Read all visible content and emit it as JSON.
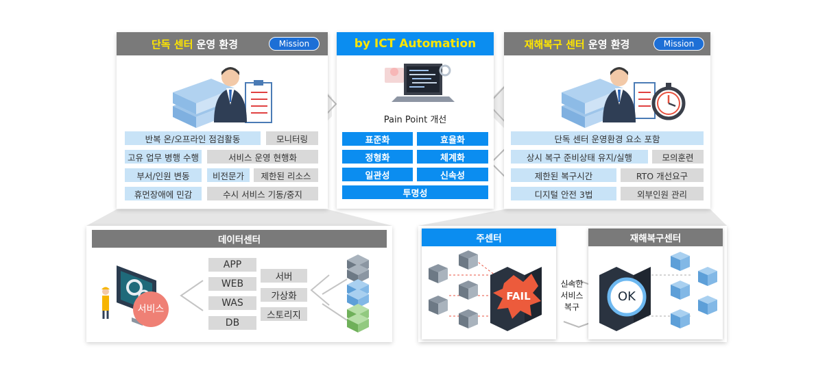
{
  "left_panel": {
    "title_highlight": "단독 센터",
    "title_rest": " 운영 환경",
    "mission": "Mission",
    "tags": [
      "반복 온/오프라인 점검활동",
      "모니터링",
      "고유 업무 병행 수행",
      "서비스 운영 현행화",
      "부서/인원 변동",
      "비전문가",
      "제한된 리소스",
      "휴먼장애에 민감",
      "수시 서비스 기동/중지"
    ]
  },
  "center_panel": {
    "title": "by ICT Automation",
    "caption": "Pain Point 개선",
    "tags": [
      "표준화",
      "효율화",
      "정형화",
      "체계화",
      "일관성",
      "신속성",
      "투명성"
    ]
  },
  "right_panel": {
    "title_highlight": "재해복구 센터",
    "title_rest": " 운영 환경",
    "mission": "Mission",
    "tags": [
      "단독 센터 운영환경 요소 포함",
      "상시 복구 준비상태 유지/실행",
      "모의훈련",
      "제한된 복구시간",
      "RTO 개선요구",
      "디지털 안전 3법",
      "외부인원 관리"
    ]
  },
  "datacenter": {
    "title": "데이터센터",
    "service_label": "서비스",
    "layers": [
      "APP",
      "WEB",
      "WAS",
      "DB"
    ],
    "infra": [
      "서버",
      "가상화",
      "스토리지"
    ]
  },
  "dr": {
    "main_title": "주센터",
    "dr_title": "재해복구센터",
    "fail_label": "FAIL",
    "ok_label": "OK",
    "recovery_line1": "신속한",
    "recovery_line2": "서비스",
    "recovery_line3": "복구"
  }
}
